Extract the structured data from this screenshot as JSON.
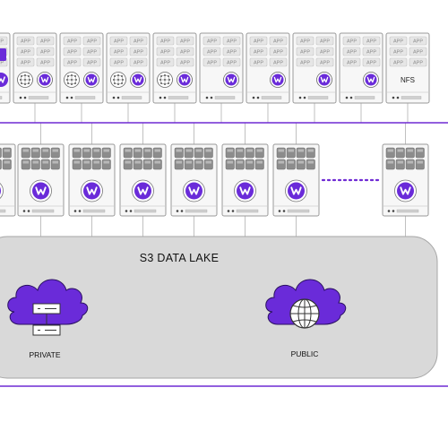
{
  "colors": {
    "brand_purple": "#6a2bd9",
    "line_purple": "#6f2ad4",
    "server_border": "#9a9a9a",
    "server_fill": "#f7f7f7",
    "app_box_fill": "#e6e6e6",
    "lake_fill": "#d9d9d9",
    "lake_border": "#a6a6a6"
  },
  "top_tier": {
    "app_label": "APP",
    "servers": [
      {
        "icon": "purple-square-icon",
        "label": ""
      },
      {
        "icon": "neural-network-icon",
        "label": ""
      },
      {
        "icon": "neural-network-icon",
        "label": ""
      },
      {
        "icon": "neural-network-icon",
        "label": ""
      },
      {
        "icon": "neural-network-icon",
        "label": ""
      },
      {
        "icon": "weka-logo-icon",
        "label": ""
      },
      {
        "icon": "weka-logo-icon",
        "label": ""
      },
      {
        "icon": "weka-logo-icon",
        "label": ""
      },
      {
        "icon": "weka-logo-icon",
        "label": ""
      },
      {
        "icon": "nfs-label",
        "label": "NFS"
      }
    ]
  },
  "storage_tier": {
    "node_count_visible": 8,
    "ellipsis_connector": true
  },
  "data_lake": {
    "title": "S3 DATA LAKE",
    "clouds": [
      {
        "label": "PRIVATE",
        "icon": "server-stack-icon"
      },
      {
        "label": "PUBLIC",
        "icon": "globe-icon"
      }
    ]
  }
}
